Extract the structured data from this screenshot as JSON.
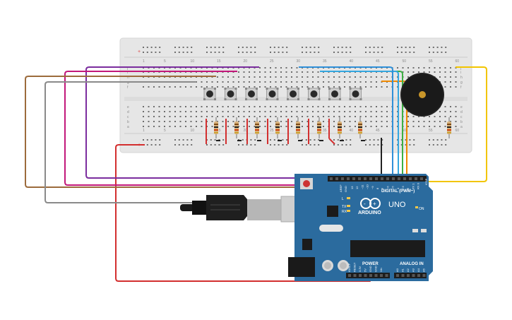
{
  "breadboard": {
    "column_numbers": [
      "1",
      "5",
      "10",
      "15",
      "20",
      "25",
      "30",
      "35",
      "40",
      "45",
      "50",
      "55",
      "60"
    ],
    "row_letters_top": [
      "j",
      "i",
      "h",
      "g",
      "f"
    ],
    "row_letters_bottom": [
      "e",
      "d",
      "c",
      "b",
      "a"
    ]
  },
  "components": {
    "pushbutton_count": 8,
    "resistor_count": 9,
    "buzzer": "piezo-buzzer"
  },
  "arduino": {
    "brand": "ARDUINO",
    "model": "UNO",
    "digital_label": "DIGITAL (PWM~)",
    "power_label": "POWER",
    "analog_label": "ANALOG IN",
    "on_label": "ON",
    "tx_label": "TX",
    "rx_label": "RX",
    "l_label": "L",
    "aref_label": "AREF",
    "gnd_label": "GND",
    "icsp_label": "ICSP",
    "digital_pins": [
      "13",
      "12",
      "~11",
      "~10",
      "~9",
      "8",
      "7",
      "~6",
      "~5",
      "4",
      "~3",
      "2",
      "TX 1",
      "RX 0"
    ],
    "power_pins": [
      "IOREF",
      "RESET",
      "3.3V",
      "5V",
      "GND",
      "GND",
      "Vin"
    ],
    "analog_pins": [
      "A0",
      "A1",
      "A2",
      "A3",
      "A4",
      "A5"
    ]
  },
  "colors": {
    "board": "#e8e8e8",
    "arduino": "#2b6b9e",
    "wire_red": "#d32f2f",
    "wire_black": "#222222",
    "wire_yellow": "#f2c500",
    "wire_orange": "#f08a00",
    "wire_green": "#3cb043",
    "wire_blue": "#2f8fd8",
    "wire_purple": "#7b2d9e",
    "wire_magenta": "#c2187a",
    "wire_brown": "#9c6b3c",
    "wire_gray": "#888888"
  }
}
